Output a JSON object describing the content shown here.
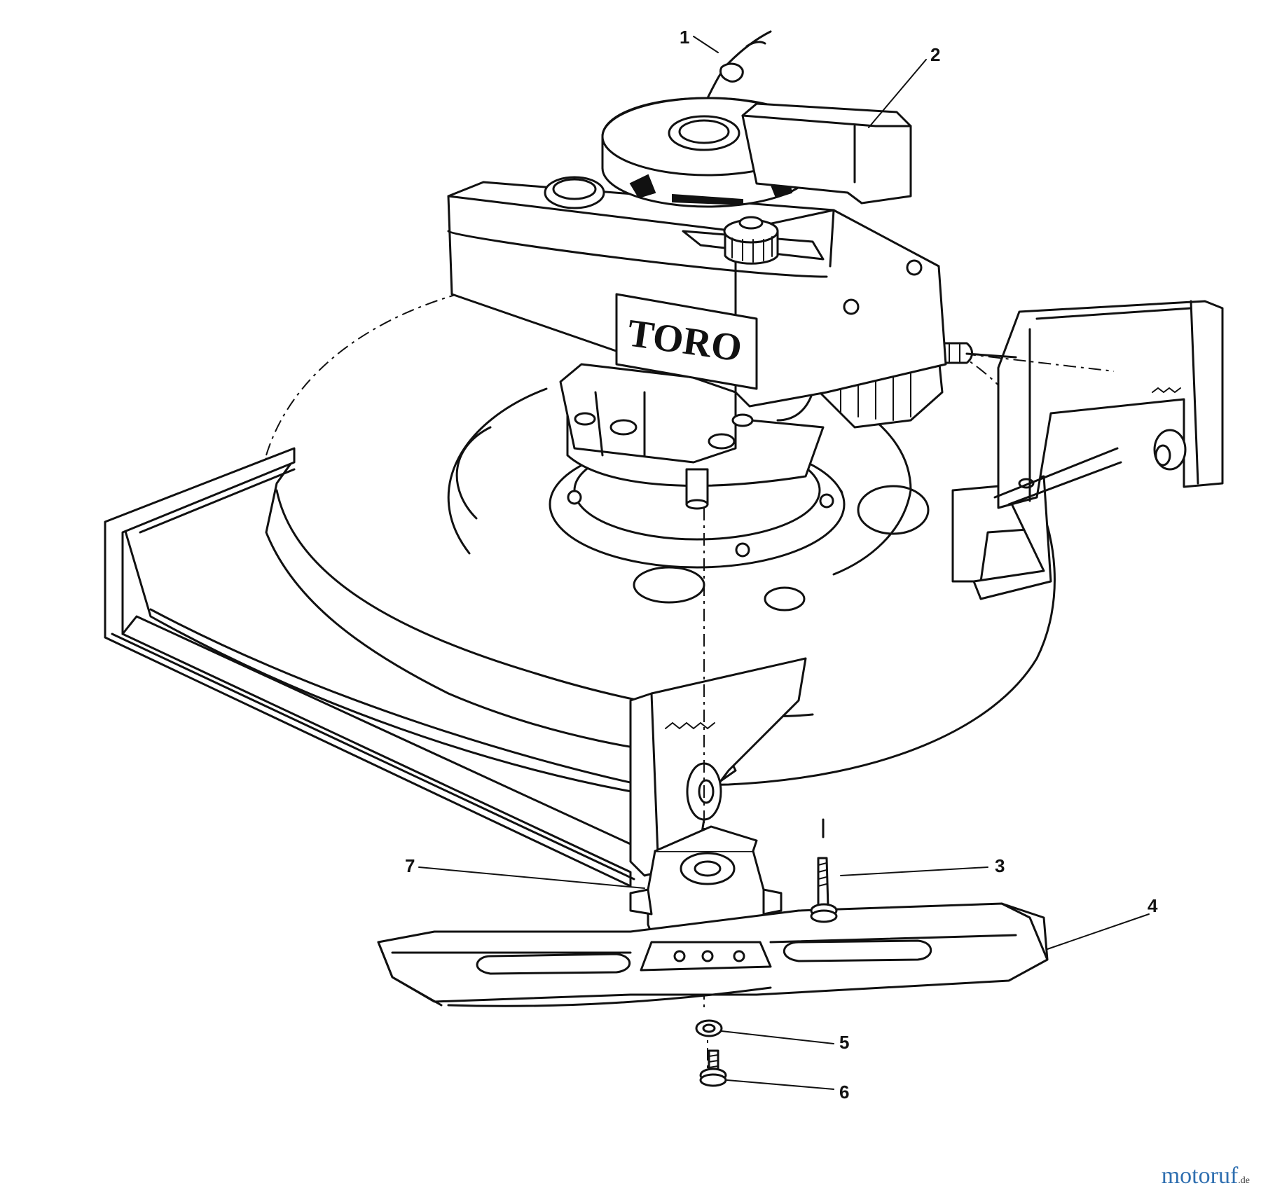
{
  "diagram": {
    "callouts": [
      {
        "id": "1",
        "label": "1"
      },
      {
        "id": "2",
        "label": "2"
      },
      {
        "id": "3",
        "label": "3"
      },
      {
        "id": "4",
        "label": "4"
      },
      {
        "id": "5",
        "label": "5"
      },
      {
        "id": "6",
        "label": "6"
      },
      {
        "id": "7",
        "label": "7"
      }
    ],
    "engine_brand": "TORO"
  },
  "watermark": {
    "name": "motoruf",
    "tld": ".de",
    "color": "#2f6fb0"
  }
}
